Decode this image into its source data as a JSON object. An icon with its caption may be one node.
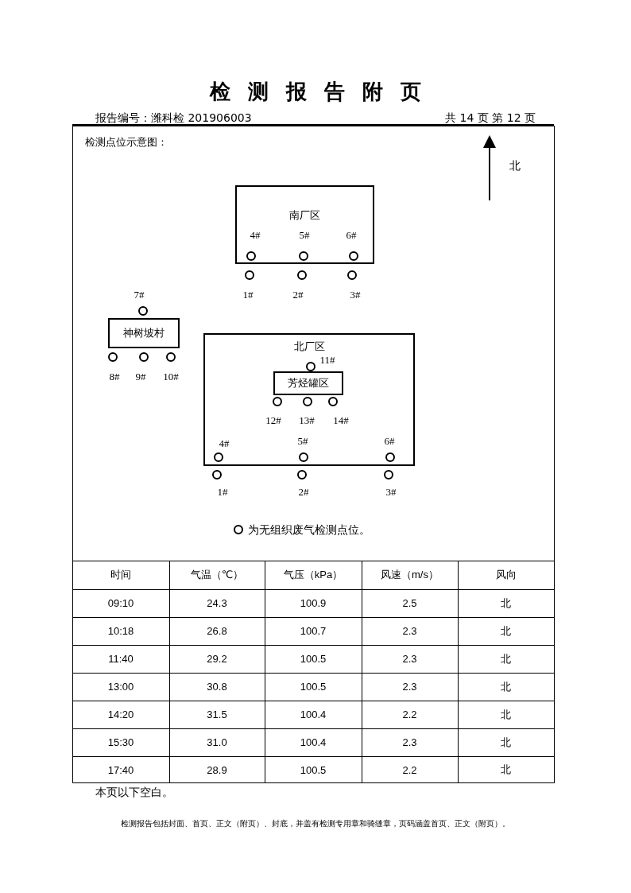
{
  "diagram": {
    "title": "检测报告附页",
    "nodes": [
      {
        "text": [
          "南厂区"
        ]
      },
      {
        "text": [],
        "shape": "circle",
        "in": 0,
        "beside": [
          "4#"
        ]
      },
      {
        "text": [],
        "shape": "circle",
        "in": 0,
        "beside": [
          "5#"
        ]
      },
      {
        "text": [],
        "shape": "circle",
        "in": 0,
        "beside": [
          "6#"
        ]
      },
      {
        "text": [],
        "shape": "circle",
        "beside": [
          "1#"
        ]
      },
      {
        "text": [],
        "shape": "circle",
        "beside": [
          "2#"
        ]
      },
      {
        "text": [],
        "shape": "circle",
        "beside": [
          "3#"
        ]
      },
      {
        "text": [],
        "shape": "circle",
        "beside": [
          "7#"
        ]
      },
      {
        "text": [
          "神树坡村"
        ]
      },
      {
        "text": [],
        "shape": "circle",
        "beside": [
          "8#"
        ]
      },
      {
        "text": [],
        "shape": "circle",
        "beside": [
          "9#"
        ]
      },
      {
        "text": [],
        "shape": "circle",
        "beside": [
          "10#"
        ]
      },
      {
        "text": [
          "北厂区"
        ]
      },
      {
        "text": [],
        "shape": "circle",
        "in": 12,
        "beside": [
          "11#"
        ]
      },
      {
        "text": [
          "芳烃罐区"
        ],
        "in": 12
      },
      {
        "text": [],
        "shape": "circle",
        "in": 12,
        "beside": [
          "12#"
        ]
      },
      {
        "text": [],
        "shape": "circle",
        "in": 12,
        "beside": [
          "13#"
        ]
      },
      {
        "text": [],
        "shape": "circle",
        "in": 12,
        "beside": [
          "14#"
        ]
      },
      {
        "text": [],
        "shape": "circle",
        "in": 12,
        "beside": [
          "4#"
        ]
      },
      {
        "text": [],
        "shape": "circle",
        "in": 12,
        "beside": [
          "5#"
        ]
      },
      {
        "text": [],
        "shape": "circle",
        "in": 12,
        "beside": [
          "6#"
        ]
      },
      {
        "text": [],
        "shape": "circle",
        "beside": [
          "1#"
        ]
      },
      {
        "text": [],
        "shape": "circle",
        "beside": [
          "2#"
        ]
      },
      {
        "text": [],
        "shape": "circle",
        "beside": [
          "3#"
        ]
      }
    ],
    "labels": [
      "报告编号：潍科检 201906003",
      "共 14 页 第 12 页",
      "检测点位示意图：",
      "北",
      "时间",
      "气温（℃）",
      "气压（kPa）",
      "风速（m/s）",
      "风向",
      "09:10",
      "24.3",
      "100.9",
      "2.5",
      "北",
      "10:18",
      "26.8",
      "100.7",
      "2.3",
      "北",
      "11:40",
      "29.2",
      "100.5",
      "2.3",
      "北",
      "13:00",
      "30.8",
      "100.5",
      "2.3",
      "北",
      "14:20",
      "31.5",
      "100.4",
      "2.2",
      "北",
      "15:30",
      "31.0",
      "100.4",
      "2.3",
      "北",
      "17:40",
      "28.9",
      "100.5",
      "2.2",
      "北",
      "本页以下空白。",
      "检测报告包括封面、首页、正文（附页）、封底，并盖有检测专用章和骑缝章，页码涵盖首页、正文（附页）。"
    ],
    "legend": [
      {
        "text": "为无组织废气检测点位。"
      }
    ]
  }
}
